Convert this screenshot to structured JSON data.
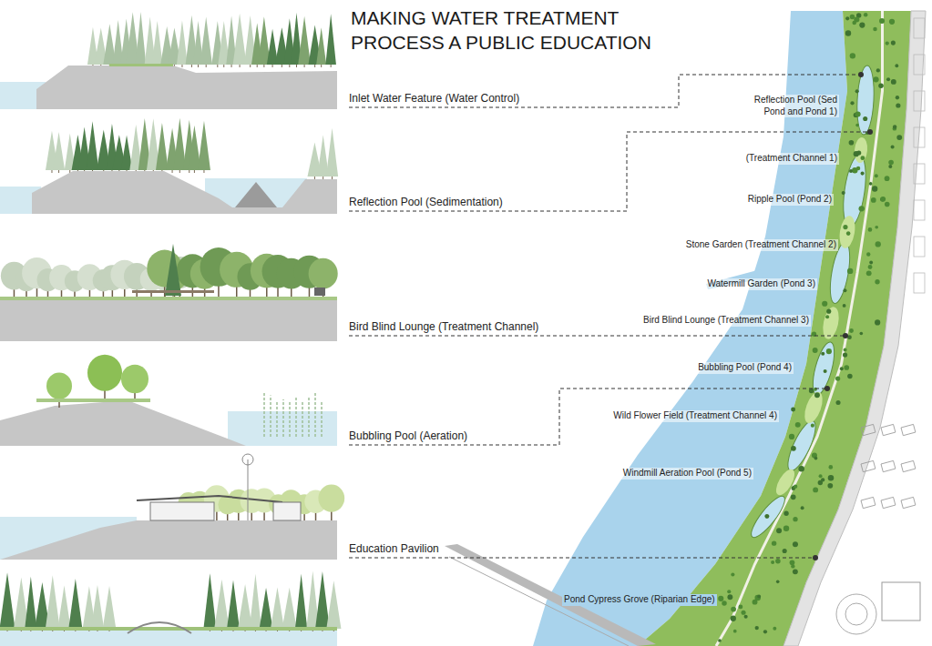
{
  "diagram": {
    "title": "MAKING WATER TREATMENT PROCESS A PUBLIC EDUCATION",
    "labels": [
      "Inlet Water Feature (Water Control)",
      "Reflection Pool (Sedimentation)",
      "Bird Blind Lounge (Treatment Channel)",
      "Bubbling Pool (Aeration)",
      "Education Pavilion",
      "Reflection Pool (Sed Pond and Pond 1)",
      "(Treatment Channel 1)",
      "Ripple Pool (Pond 2)",
      "Stone Garden (Treatment Channel 2)",
      "Watermill Garden (Pond 3)",
      "Bird Blind Lounge (Treatment Channel 3)",
      "Bubbling Pool (Pond 4)",
      "Wild Flower Field (Treatment Channel 4)",
      "Windmill Aeration Pool (Pond 5)",
      "Pond Cypress Grove (Riparian Edge)"
    ]
  }
}
